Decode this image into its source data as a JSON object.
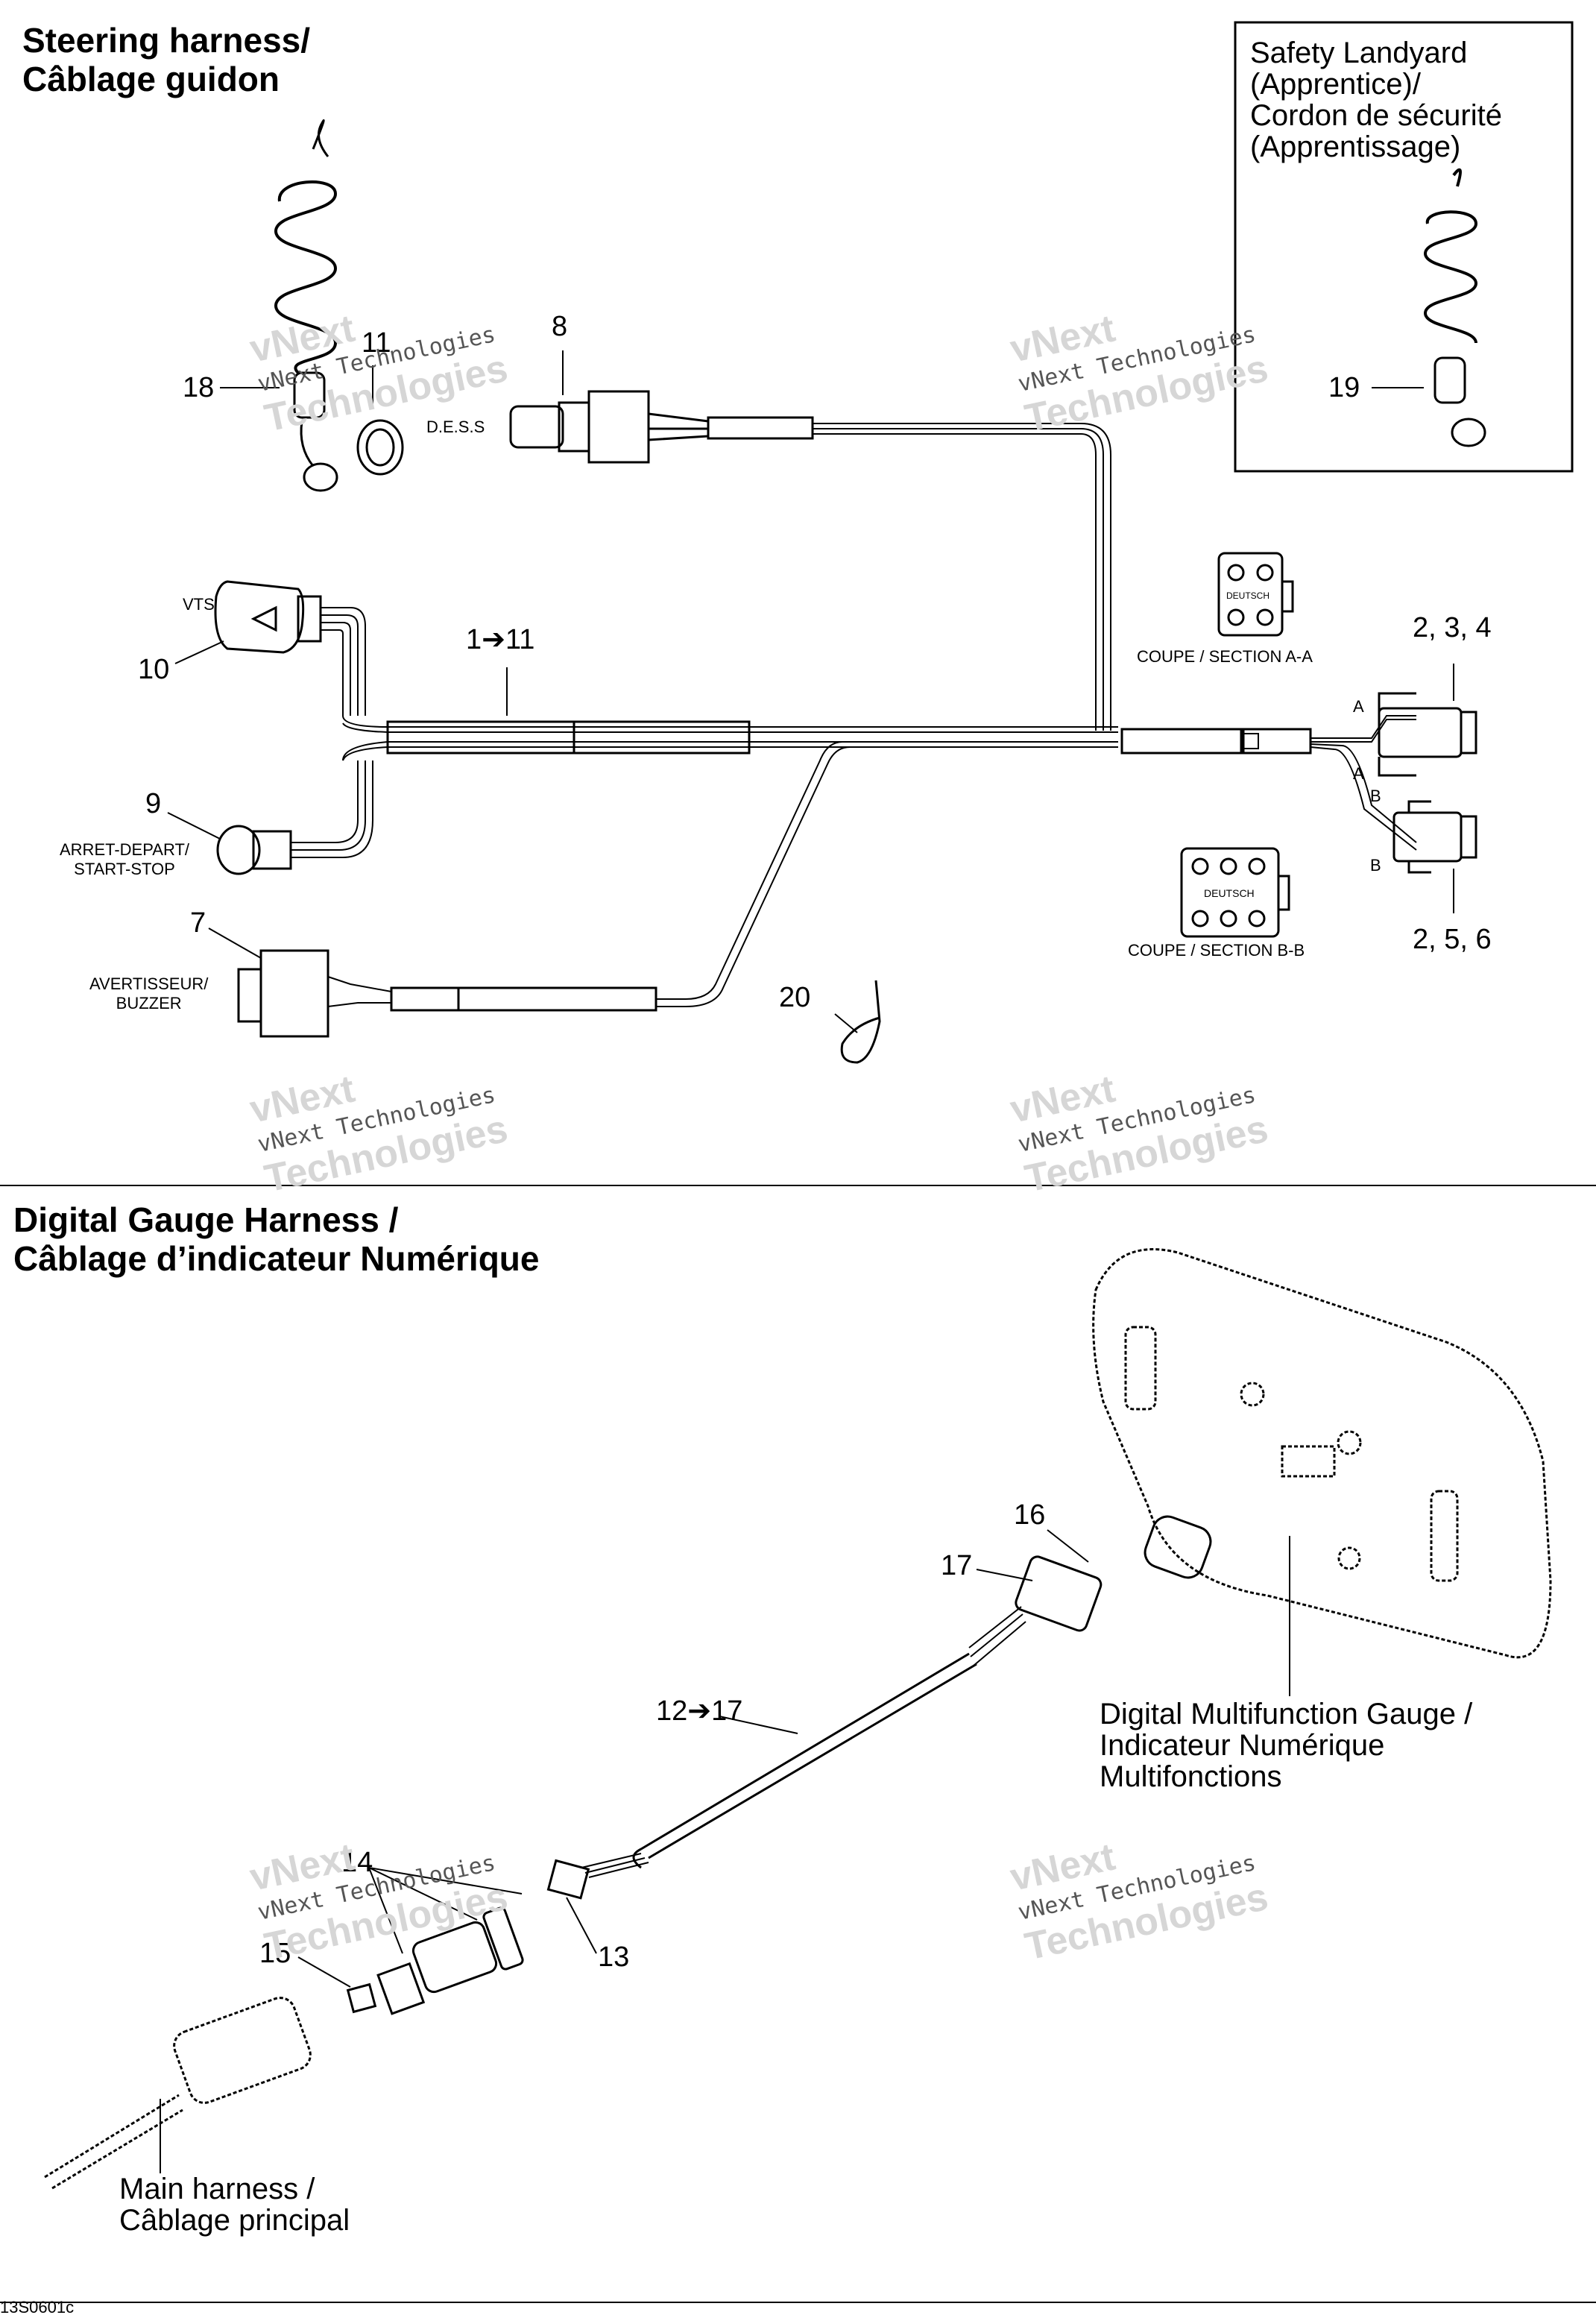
{
  "section1": {
    "title": "Steering harness/\nCâblage guidon",
    "inset_title": "Safety Landyard\n(Apprentice)/\nCordon de sécurité\n(Apprentissage)"
  },
  "section2": {
    "title": "Digital Gauge Harness /\nCâblage d’indicateur Numérique",
    "gauge_label": "Digital Multifunction Gauge /\nIndicateur Numérique\nMultifonctions",
    "main_harness_label": "Main harness /\nCâblage principal"
  },
  "labels": {
    "dess": "D.E.S.S",
    "vts": "VTS",
    "start_stop": "ARRET-DEPART/\nSTART-STOP",
    "buzzer": "AVERTISSEUR/\nBUZZER",
    "section_aa": "COUPE / SECTION A-A",
    "section_bb": "COUPE / SECTION B-B",
    "deutsch": "DEUTSCH",
    "a": "A",
    "b": "B"
  },
  "callouts": {
    "c18": "18",
    "c11": "11",
    "c8": "8",
    "c19": "19",
    "c1_11": "1➔11",
    "c10": "10",
    "c9": "9",
    "c7": "7",
    "c2_3_4": "2, 3, 4",
    "c2_5_6": "2, 5, 6",
    "c20": "20",
    "c16": "16",
    "c17": "17",
    "c12_17": "12➔17",
    "c14": "14",
    "c15": "15",
    "c13": "13"
  },
  "watermark": {
    "big": "vNext",
    "line": "vNext Technologies",
    "big2": "Technologies"
  },
  "footer_code": "13S0601c"
}
